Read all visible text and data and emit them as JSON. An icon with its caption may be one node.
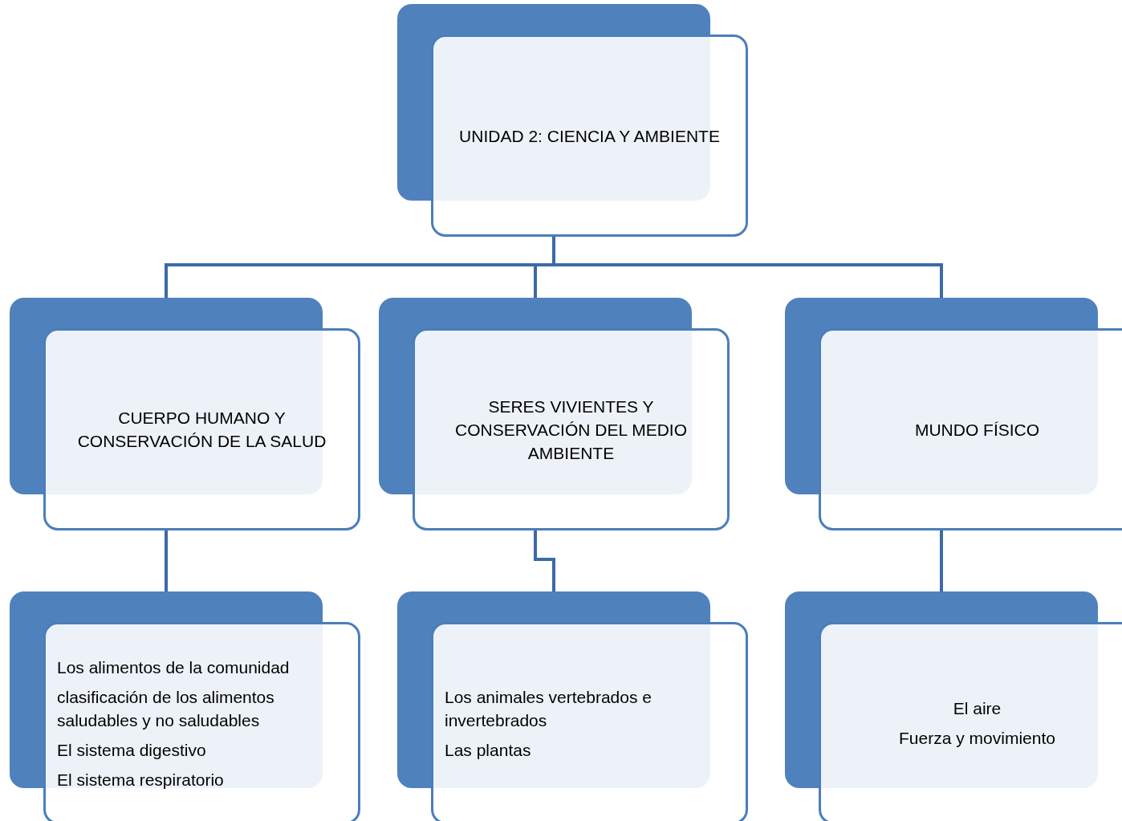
{
  "diagram": {
    "nodes": [
      {
        "text": [
          "UNIDAD 2: CIENCIA Y AMBIENTE"
        ]
      },
      {
        "text": [
          "CUERPO HUMANO Y CONSERVACIÓN DE LA SALUD"
        ]
      },
      {
        "text": [
          "SERES VIVIENTES Y CONSERVACIÓN DEL MEDIO AMBIENTE"
        ]
      },
      {
        "text": [
          "MUNDO FÍSICO"
        ]
      },
      {
        "text": [
          "Los alimentos de la comunidad",
          "clasificación de los alimentos saludables y no saludables",
          "El sistema digestivo",
          "El sistema respiratorio"
        ]
      },
      {
        "text": [
          "Los animales vertebrados e invertebrados",
          "Las plantas"
        ]
      },
      {
        "text": [
          "El aire",
          "Fuerza y movimiento"
        ]
      }
    ],
    "edges": [
      {
        "from": 0,
        "to": 1,
        "arrow": "none"
      },
      {
        "from": 0,
        "to": 2,
        "arrow": "none"
      },
      {
        "from": 0,
        "to": 3,
        "arrow": "none"
      },
      {
        "from": 1,
        "to": 4,
        "arrow": "none"
      },
      {
        "from": 2,
        "to": 5,
        "arrow": "none"
      },
      {
        "from": 3,
        "to": 6,
        "arrow": "none"
      }
    ]
  }
}
